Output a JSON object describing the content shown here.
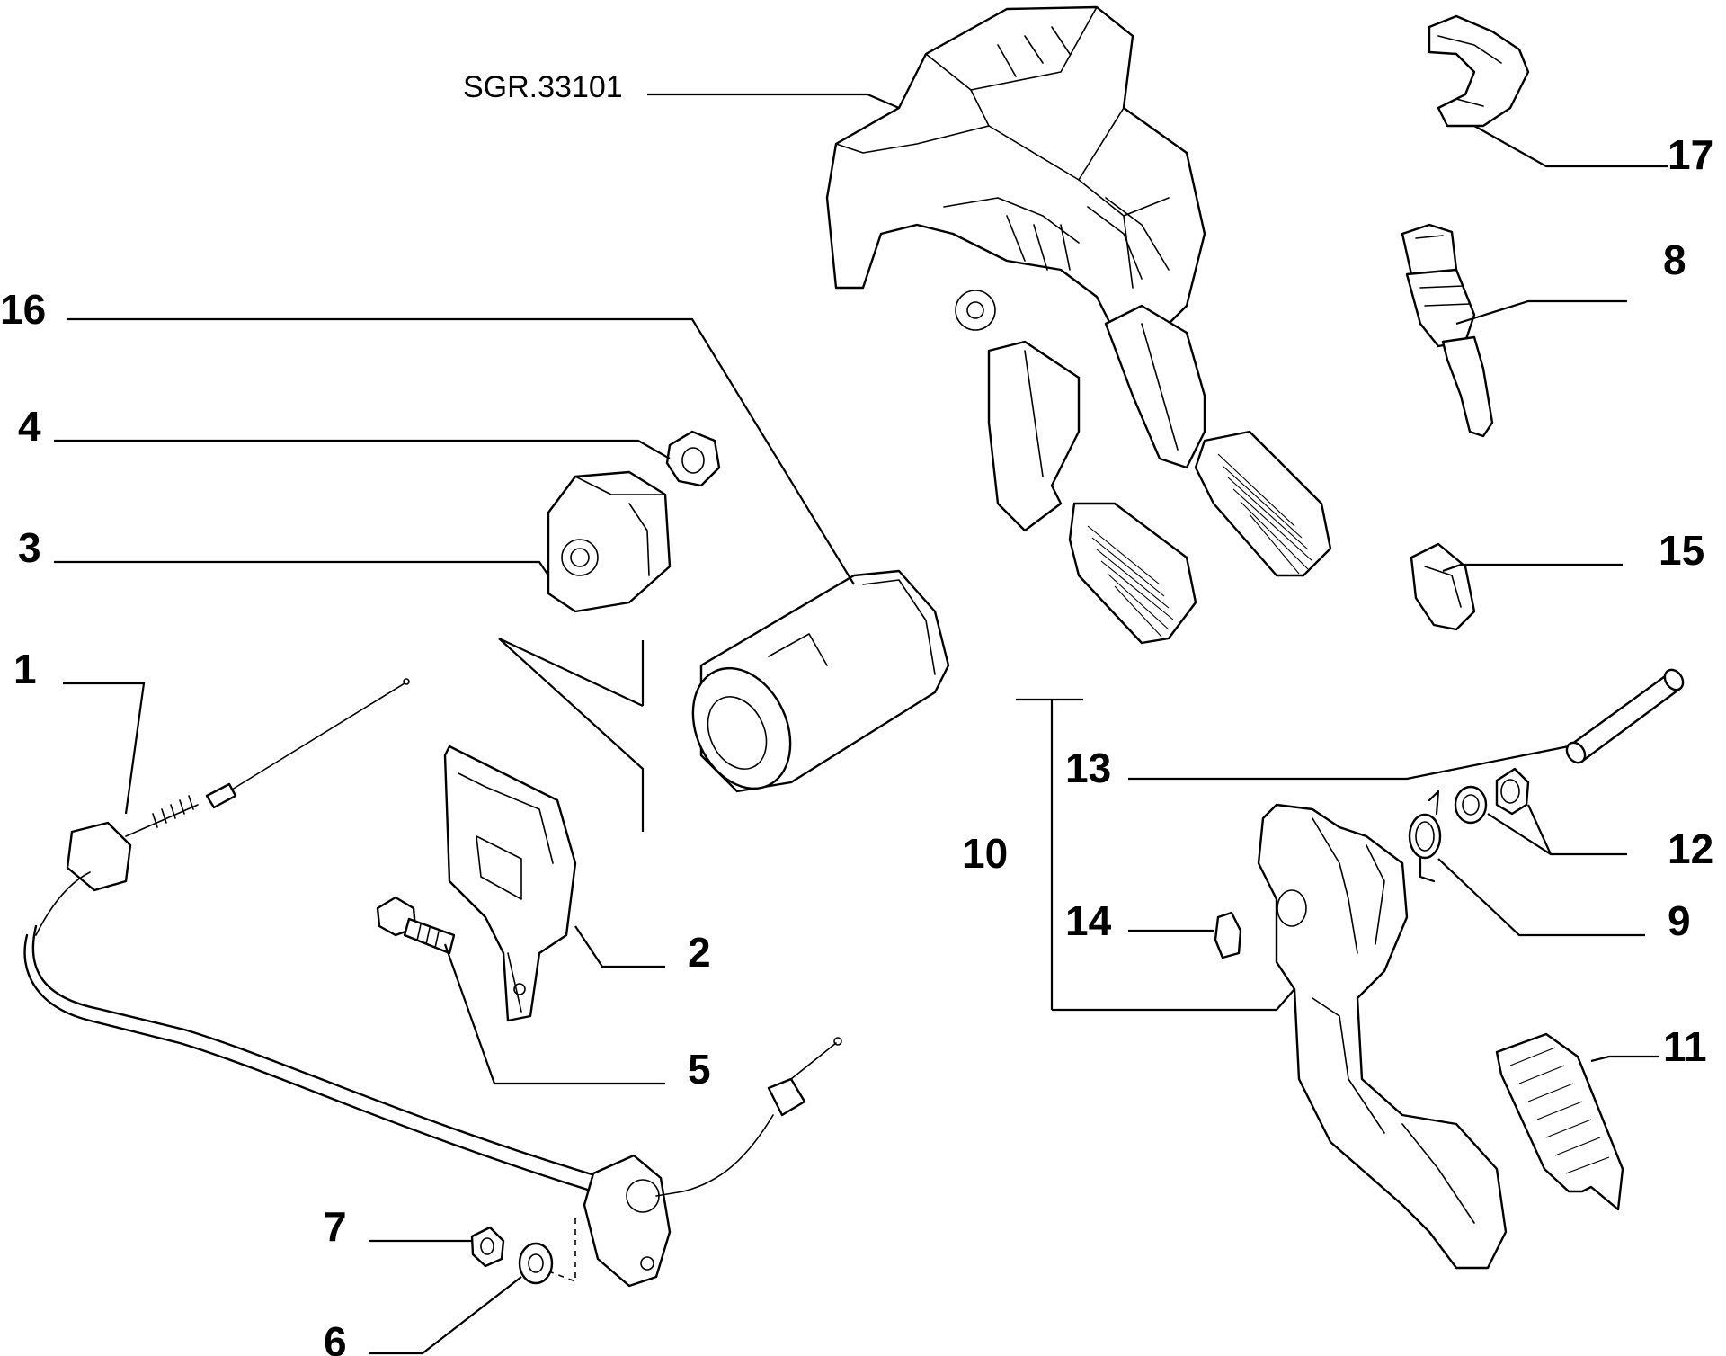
{
  "drawing_code": "SGR.33101",
  "callouts": {
    "c1": "1",
    "c2": "2",
    "c3": "3",
    "c4": "4",
    "c5": "5",
    "c6": "6",
    "c7": "7",
    "c8": "8",
    "c9": "9",
    "c10": "10",
    "c11": "11",
    "c12": "12",
    "c13": "13",
    "c14": "14",
    "c15": "15",
    "c16": "16",
    "c17": "17"
  }
}
